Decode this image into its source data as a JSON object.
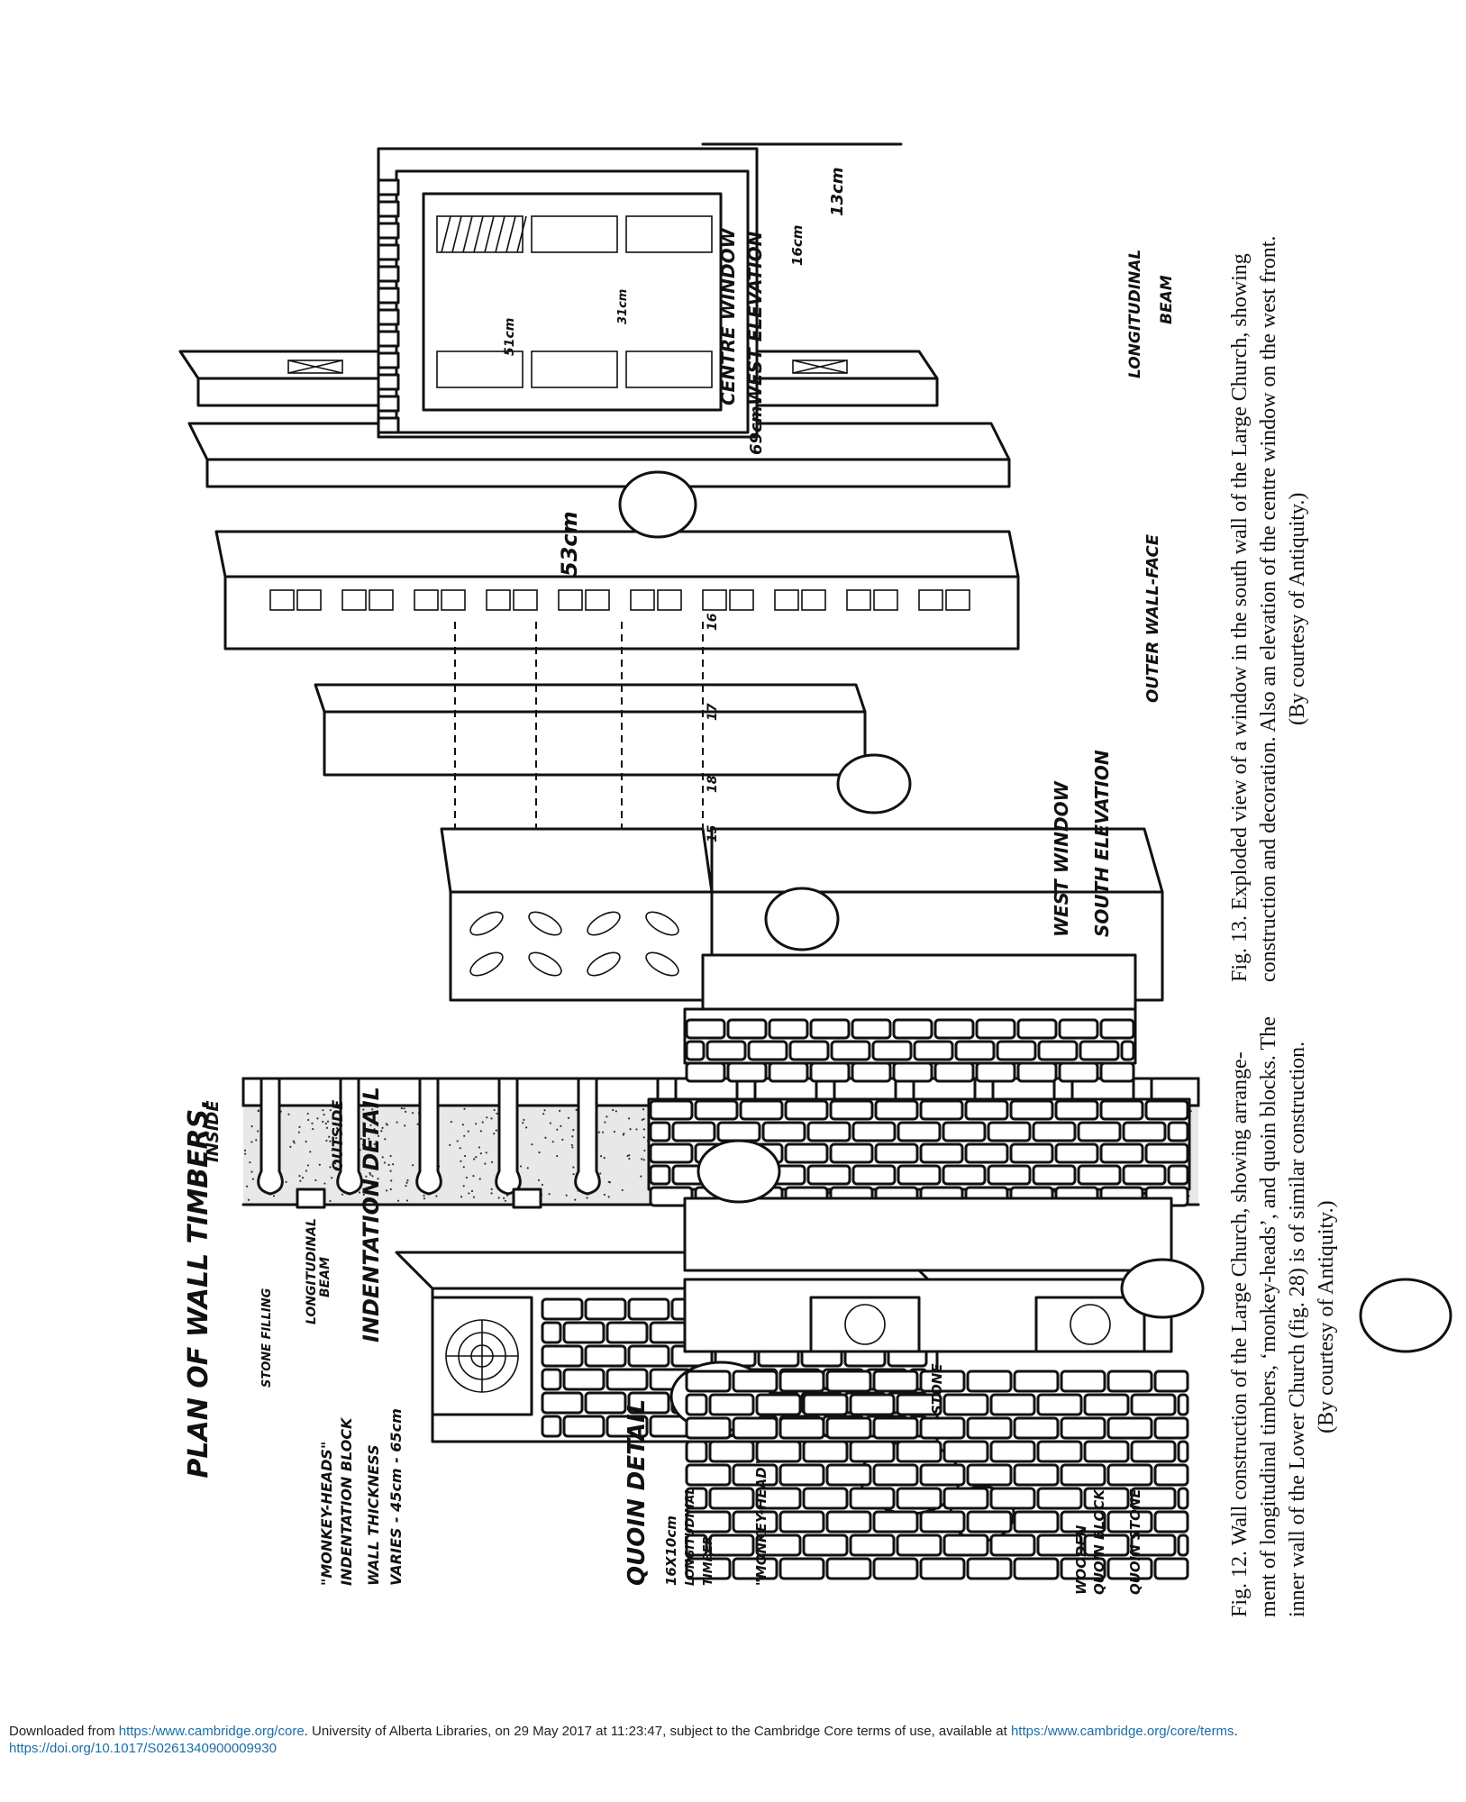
{
  "fig12": {
    "labels": {
      "plan_title": "PLAN OF WALL TIMBERS.",
      "inside": "INSIDE",
      "outside": "OUTSIDE",
      "stone_filling": "STONE FILLING",
      "monkey_heads_plan": "\"MONKEY-HEADS\"",
      "indentation_block": "INDENTATION BLOCK",
      "longitudinal_beam_1": "LONGITUDINAL",
      "longitudinal_beam_2": "BEAM",
      "indentation_detail": "INDENTATION DETAIL",
      "wall_thickness": "WALL THICKNESS",
      "varies": "VARIES - 45cm - 65cm",
      "quoin_detail": "QUOIN DETAIL",
      "timber_size": "16X10cm",
      "longitudinal_timber_1": "LONGITUDINAL",
      "longitudinal_timber_2": "TIMBER",
      "monkey_head": "\"MONKEY-HEAD\"",
      "stone": "STONE",
      "wooden": "WOODEN",
      "quoin_block": "QUOIN BLOCK",
      "quoin_stone": "QUOIN STONE"
    },
    "caption": {
      "line1": "Fig. 12.  Wall construction of the Large Church, showing arrange-",
      "line2": "ment of longitudinal timbers, ‘monkey-heads’, and quoin blocks.  The",
      "line3": "inner wall of the Lower Church (fig. 28) is of similar construction.",
      "line4": "(By courtesy of Antiquity.)"
    }
  },
  "fig13": {
    "labels": {
      "dim_53": "53cm",
      "dim_16": "16",
      "dim_17": "17",
      "dim_18": "18",
      "dim_15": "15",
      "west_window": "WEST WINDOW",
      "south_elevation": "SOUTH ELEVATION",
      "outer_wall_face": "OUTER WALL-FACE",
      "centre_window": "CENTRE WINDOW",
      "west_elevation": "WEST ELEVATION",
      "dim_69": "69cm",
      "dim_51": "51cm",
      "dim_31": "31cm",
      "dim_16b": "16cm",
      "dim_13": "13cm",
      "longitudinal": "LONGITUDINAL",
      "beam": "BEAM"
    },
    "caption": {
      "line1": "Fig. 13.  Exploded view of a window in the south wall of the Large Church, showing",
      "line2": "construction and decoration.  Also an elevation of the centre window on the west front.",
      "line3": "(By courtesy of Antiquity.)"
    }
  },
  "footer": {
    "prefix": "Downloaded from ",
    "link1": "https:/www.cambridge.org/core",
    "middle": ". University of Alberta Libraries, on 29 May 2017 at 11:23:47, subject to the Cambridge Core terms of use, available at ",
    "link2": "https:/www.cambridge.org/core/terms",
    "suffix": ".",
    "doi": "https://doi.org/10.1017/S0261340900009930"
  }
}
